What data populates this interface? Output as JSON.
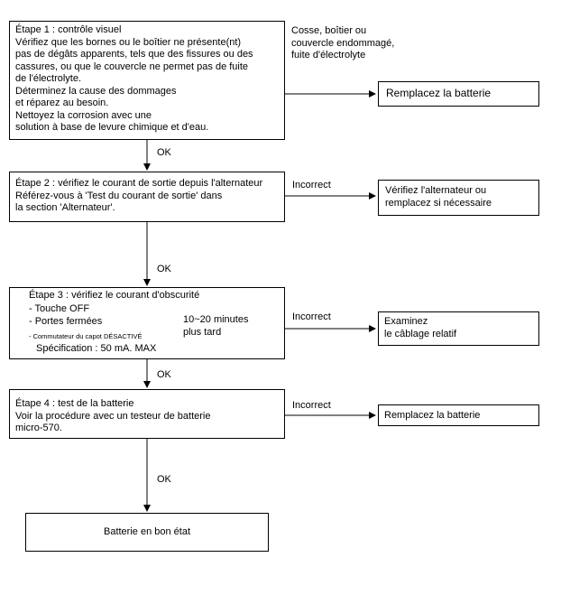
{
  "step1": {
    "lines": [
      "Étape 1 : contrôle visuel",
      "Vérifiez que les bornes ou le boîtier ne présente(nt)",
      "pas de dégâts apparents, tels que des fissures ou des",
      "cassures, ou que le couvercle ne permet pas de fuite",
      "de l'électrolyte.",
      "Déterminez la cause des dommages",
      "et réparez au besoin.",
      "Nettoyez la corrosion avec une",
      "solution à base de levure chimique et d'eau."
    ],
    "fail_condition": [
      "Cosse, boîtier ou",
      "couvercle endommagé,",
      "fuite d'électrolyte"
    ],
    "fail_action": "Remplacez la batterie"
  },
  "step2": {
    "lines": [
      "Étape 2 : vérifiez le courant de sortie depuis l'alternateur",
      "Référez-vous à 'Test du courant de sortie' dans",
      "la section 'Alternateur'."
    ],
    "fail_label": "Incorrect",
    "fail_action": [
      "Vérifiez l'alternateur ou",
      "remplacez si nécessaire"
    ]
  },
  "step3": {
    "title": "Étape 3 : vérifiez le courant d'obscurité",
    "conditions": [
      "- Touche OFF",
      "- Portes fermées",
      "- Commutateur du capot DÉSACTIVÉ"
    ],
    "timing": [
      "10~20 minutes",
      "plus tard"
    ],
    "spec": "Spécification : 50 mA. MAX",
    "fail_label": "Incorrect",
    "fail_action": [
      "Examinez",
      "le câblage relatif"
    ]
  },
  "step4": {
    "lines": [
      "Étape 4 : test de la batterie",
      "Voir la procédure avec un testeur de batterie",
      "micro-570."
    ],
    "fail_label": "Incorrect",
    "fail_action": "Remplacez la batterie"
  },
  "ok_label": "OK",
  "final": "Batterie en bon état"
}
